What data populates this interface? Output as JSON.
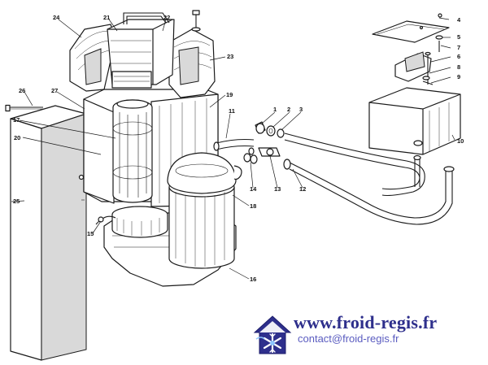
{
  "brand": {
    "website": "www.froid-regis.fr",
    "email": "contact@froid-regis.fr",
    "logo_icon": "snowflake-house-logo",
    "primary_color": "#2e2f8c",
    "secondary_color": "#5a5cc0"
  },
  "callouts": [
    "1",
    "2",
    "3",
    "4",
    "5",
    "6",
    "7",
    "8",
    "9",
    "10",
    "11",
    "12",
    "13",
    "14",
    "15",
    "16",
    "17",
    "18",
    "19",
    "20",
    "21",
    "22",
    "23",
    "24",
    "25",
    "26",
    "27"
  ]
}
